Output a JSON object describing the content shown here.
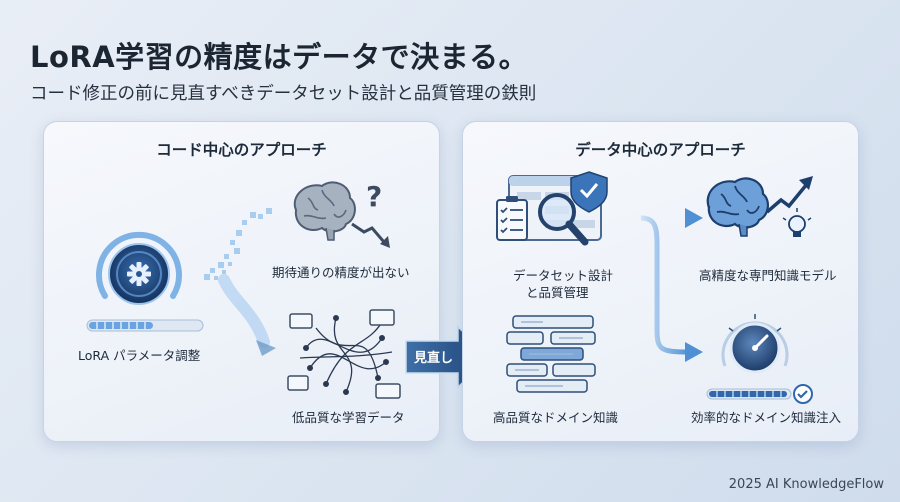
{
  "header": {
    "title": "LoRA学習の精度はデータで決まる。",
    "subtitle": "コード修正の前に見直すべきデータセット設計と品質管理の鉄則"
  },
  "left_panel": {
    "title": "コード中心のアプローチ",
    "items": {
      "param": "LoRA パラメータ調整",
      "result": "期待通りの精度が出ない",
      "data": "低品質な学習データ"
    }
  },
  "transition": {
    "label": "見直し"
  },
  "right_panel": {
    "title": "データ中心のアプローチ",
    "items": {
      "design": "データセット設計",
      "quality": "と品質管理",
      "knowledge": "高品質なドメイン知識",
      "model": "高精度な専門知識モデル",
      "injection": "効率的なドメイン知識注入"
    }
  },
  "footer": {
    "credit": "2025 AI KnowledgeFlow"
  },
  "colors": {
    "accent": "#2e5d9a",
    "accent_light": "#7fb3e6",
    "panel_border": "#c5d3e6",
    "text": "#1d2a3a"
  }
}
